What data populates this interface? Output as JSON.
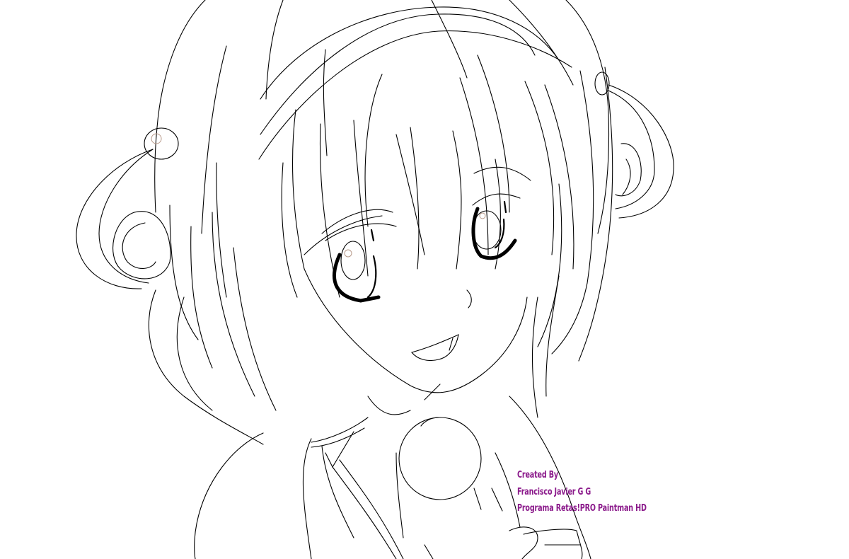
{
  "artwork": {
    "subject": "anime girl line-art sketch",
    "line_color": "#000000",
    "background_color": "#ffffff"
  },
  "credits": {
    "color": "#8b1a8b",
    "lines": [
      "Created By",
      "Francisco Javier G G",
      "Programa Retas!PRO Paintman HD"
    ]
  }
}
